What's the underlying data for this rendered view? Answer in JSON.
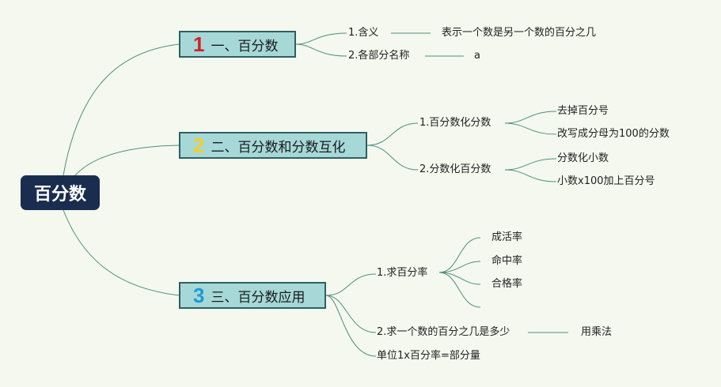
{
  "root": "百分数",
  "colors": {
    "background": "#f4f8ee",
    "root_fill": "#1b2d4f",
    "branch_fill": "#a6d8d8",
    "branch_border": "#2e5f62",
    "connector": "#4d8f7d",
    "num1": "#d51f2c",
    "num2": "#f3cf2a",
    "num3": "#1c9bd6"
  },
  "branches": [
    {
      "num": "1",
      "title": "一、百分数",
      "children": [
        {
          "label": "1.含义",
          "detail": "表示一个数是另一个数的百分之几"
        },
        {
          "label": "2.各部分名称",
          "detail": "a"
        }
      ]
    },
    {
      "num": "2",
      "title": "二、百分数和分数互化",
      "children": [
        {
          "label": "1.百分数化分数",
          "items": [
            "去掉百分号",
            "改写成分母为100的分数"
          ]
        },
        {
          "label": "2.分数化百分数",
          "items": [
            "分数化小数",
            "小数x100加上百分号"
          ]
        }
      ]
    },
    {
      "num": "3",
      "title": "三、百分数应用",
      "children": [
        {
          "label": "1.求百分率",
          "items": [
            "成活率",
            "命中率",
            "合格率",
            ""
          ]
        },
        {
          "label": "2.求一个数的百分之几是多少",
          "detail": "用乘法"
        },
        {
          "label": "单位1x百分率=部分量"
        }
      ]
    }
  ]
}
